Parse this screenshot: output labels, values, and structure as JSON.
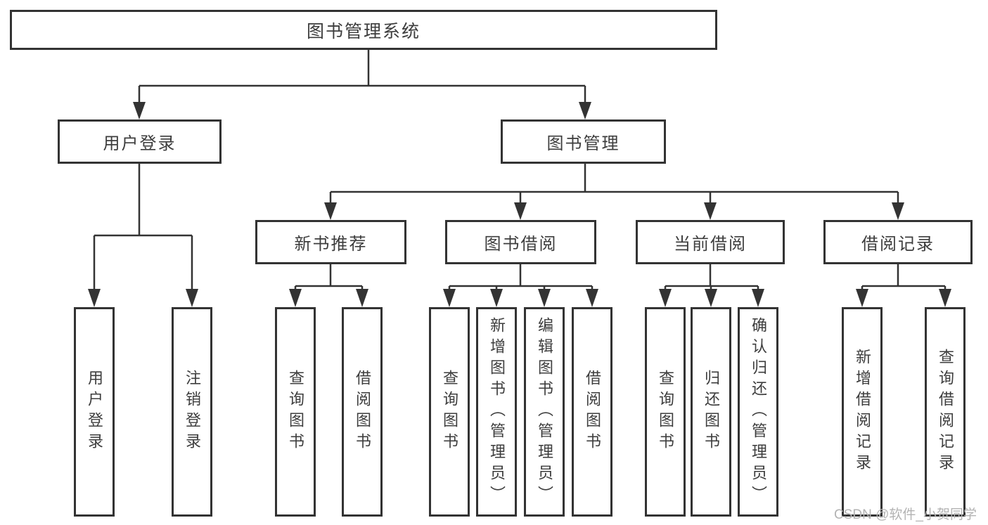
{
  "diagram": {
    "type": "hierarchy-tree",
    "colors": {
      "line": "#333333",
      "box_border": "#333333",
      "box_fill": "#ffffff",
      "text": "#3d3d3d",
      "watermark": "#b3b3b3"
    },
    "tree": {
      "label": "图书管理系统",
      "children": [
        {
          "label": "用户登录",
          "children": [
            {
              "label": "用户登录"
            },
            {
              "label": "注销登录"
            }
          ]
        },
        {
          "label": "图书管理",
          "children": [
            {
              "label": "新书推荐",
              "children": [
                {
                  "label": "查询图书"
                },
                {
                  "label": "借阅图书"
                }
              ]
            },
            {
              "label": "图书借阅",
              "children": [
                {
                  "label": "查询图书"
                },
                {
                  "label": "新增图书（管理员）"
                },
                {
                  "label": "编辑图书（管理员）"
                },
                {
                  "label": "借阅图书"
                }
              ]
            },
            {
              "label": "当前借阅",
              "children": [
                {
                  "label": "查询图书"
                },
                {
                  "label": "归还图书"
                },
                {
                  "label": "确认归还（管理员）"
                }
              ]
            },
            {
              "label": "借阅记录",
              "children": [
                {
                  "label": "新增借阅记录"
                },
                {
                  "label": "查询借阅记录"
                }
              ]
            }
          ]
        }
      ]
    },
    "watermark": "CSDN @软件_小贺同学"
  }
}
